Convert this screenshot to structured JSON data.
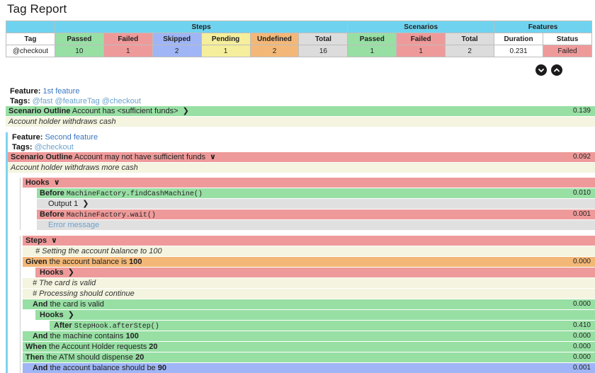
{
  "page_title": "Tag Report",
  "summary_table": {
    "group_headers": [
      "",
      "Steps",
      "Scenarios",
      "Features"
    ],
    "columns": [
      "Tag",
      "Passed",
      "Failed",
      "Skipped",
      "Pending",
      "Undefined",
      "Total",
      "Passed",
      "Failed",
      "Total",
      "Duration",
      "Status"
    ],
    "rows": [
      {
        "tag": "@checkout",
        "steps_passed": "10",
        "steps_failed": "1",
        "steps_skipped": "2",
        "steps_pending": "1",
        "steps_undefined": "2",
        "steps_total": "16",
        "scenarios_passed": "1",
        "scenarios_failed": "1",
        "scenarios_total": "2",
        "features_duration": "0.231",
        "features_status": "Failed"
      }
    ]
  },
  "controls": {
    "expand_all": "expand-all",
    "collapse_all": "collapse-all"
  },
  "features": [
    {
      "feature_label": "Feature:",
      "feature_name": "1st feature",
      "tags_label": "Tags:",
      "tags": "@fast @featureTag @checkout",
      "scenario_keyword": "Scenario Outline",
      "scenario_name": "Account has <sufficient funds>",
      "scenario_chevron": "❯",
      "scenario_duration": "0.139",
      "description": "Account holder withdraws cash"
    },
    {
      "feature_label": "Feature:",
      "feature_name": "Second feature",
      "tags_label": "Tags:",
      "tags": "@checkout",
      "scenario_keyword": "Scenario Outline",
      "scenario_name": "Account may not have sufficient funds",
      "scenario_chevron": "∨",
      "scenario_duration": "0.092",
      "description": "Account holder withdraws more cash"
    }
  ],
  "hooks_section": {
    "title": "Hooks",
    "chevron": "∨",
    "items": [
      {
        "keyword": "Before",
        "name": "MachineFactory.findCashMachine()",
        "duration": "0.010"
      },
      {
        "output_label": "Output 1",
        "chevron": "❯"
      },
      {
        "keyword": "Before",
        "name": "MachineFactory.wait()",
        "duration": "0.001"
      },
      {
        "error_label": "Error message"
      }
    ]
  },
  "steps_section": {
    "title": "Steps",
    "chevron": "∨",
    "rows": [
      {
        "type": "comment",
        "text": "# Setting the account balance to 100"
      },
      {
        "type": "step",
        "keyword": "Given",
        "text": "the account balance is ",
        "num": "100",
        "duration": "0.000",
        "status": "undefined"
      },
      {
        "type": "hooks",
        "title": "Hooks",
        "chevron": "❯",
        "status": "failed"
      },
      {
        "type": "comment",
        "text": "# The card is valid"
      },
      {
        "type": "comment",
        "text": "# Processing should continue"
      },
      {
        "type": "step",
        "keyword": "And",
        "text": "the card is valid",
        "num": "",
        "duration": "0.000",
        "status": "passed"
      },
      {
        "type": "hooks",
        "title": "Hooks",
        "chevron": "❯",
        "status": "passed"
      },
      {
        "type": "hook-item",
        "keyword": "After",
        "name": "StepHook.afterStep()",
        "duration": "0.410",
        "status": "passed"
      },
      {
        "type": "step",
        "keyword": "And",
        "text": "the machine contains ",
        "num": "100",
        "duration": "0.000",
        "status": "passed"
      },
      {
        "type": "step",
        "keyword": "When",
        "text": "the Account Holder requests ",
        "num": "20",
        "duration": "0.000",
        "status": "passed"
      },
      {
        "type": "step",
        "keyword": "Then",
        "text": "the ATM should dispense ",
        "num": "20",
        "duration": "0.000",
        "status": "passed"
      },
      {
        "type": "step",
        "keyword": "And",
        "text": "the account balance should be ",
        "num": "90",
        "duration": "0.001",
        "status": "skipped"
      }
    ]
  },
  "colors": {
    "passed": "#98dfa4",
    "failed": "#ef9a9a",
    "skipped": "#9fb5f5",
    "pending": "#f5ee9c",
    "undefined": "#f3b878",
    "total": "#dcdcdc",
    "header": "#6fd3ef",
    "feature_border": "#7fd4ef"
  }
}
